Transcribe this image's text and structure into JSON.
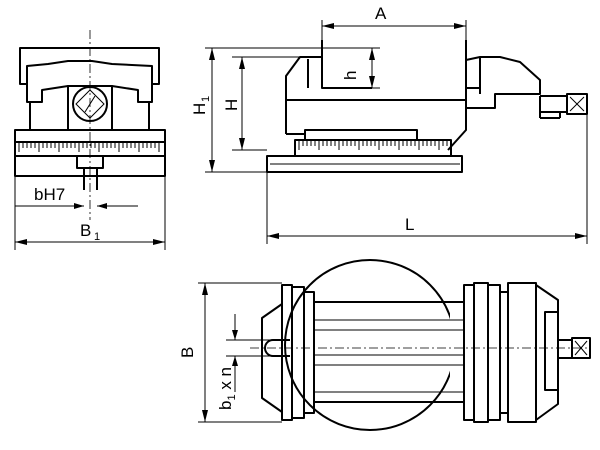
{
  "labels": {
    "A": "A",
    "h": "h",
    "H1": "H",
    "H1_sub": "1",
    "H": "H",
    "L": "L",
    "bH7": "bH7",
    "B1": "B",
    "B1_sub": "1",
    "B": "B",
    "b1xn_b": "b",
    "b1xn_sub": "1",
    "b1xn_rest": " x n"
  }
}
